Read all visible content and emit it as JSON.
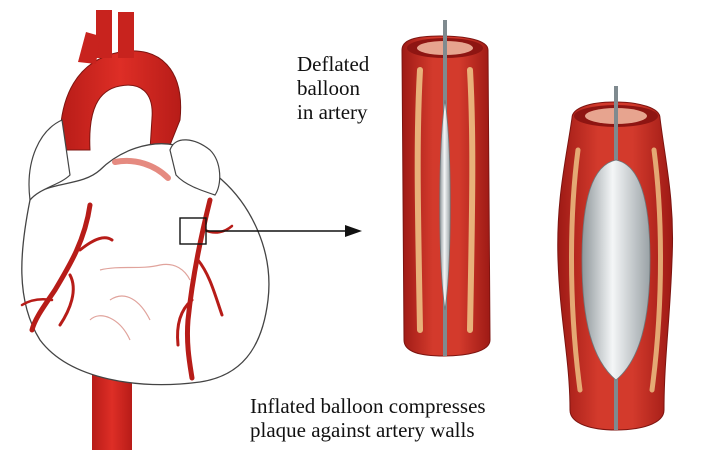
{
  "labels": {
    "deflated": [
      "Deflated",
      "balloon",
      "in artery"
    ],
    "inflated": [
      "Inflated balloon compresses",
      "plaque against artery walls"
    ]
  },
  "colors": {
    "artery_red": "#c8231e",
    "artery_dark": "#8e1512",
    "artery_inner": "#d9574a",
    "plaque": "#f0c98a",
    "balloon": "#d7dbde",
    "catheter": "#7f8a8f",
    "outline": "#333333"
  }
}
